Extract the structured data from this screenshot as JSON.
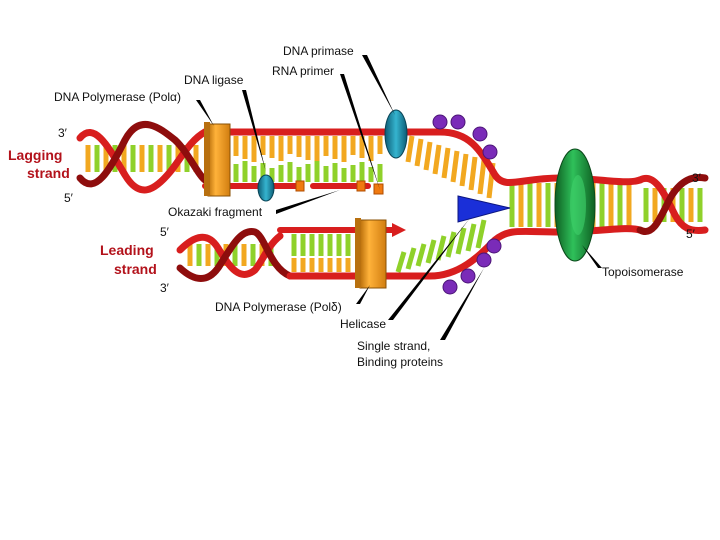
{
  "diagram": {
    "labels": {
      "dna_primase": "DNA primase",
      "rna_primer": "RNA primer",
      "dna_ligase": "DNA ligase",
      "dna_polymerase_alpha": "DNA Polymerase (Polα)",
      "okazaki_fragment": "Okazaki fragment",
      "dna_polymerase_delta": "DNA Polymerase (Polδ)",
      "helicase": "Helicase",
      "ssb_line1": "Single strand,",
      "ssb_line2": "Binding proteins",
      "topoisomerase": "Topoisomerase"
    },
    "lagging": {
      "line1": "Lagging",
      "line2": "strand",
      "top_end": "3′",
      "bottom_end": "5′"
    },
    "leading": {
      "line1": "Leading",
      "line2": "strand",
      "top_end": "5′",
      "bottom_end": "3′"
    },
    "parent": {
      "top_end": "3′",
      "bottom_end": "5′"
    },
    "colors": {
      "backbone": "#d81e1e",
      "backbone_dark": "#8e0d0d",
      "base_green": "#8fd12a",
      "base_orange": "#f2a820",
      "polymerase": "#f29a1d",
      "primase": "#1b8aa8",
      "helicase": "#1a2fd8",
      "ssb": "#7a2bb8",
      "topoisomerase": "#1a9a3a",
      "strand_label": "#b3121b"
    }
  }
}
